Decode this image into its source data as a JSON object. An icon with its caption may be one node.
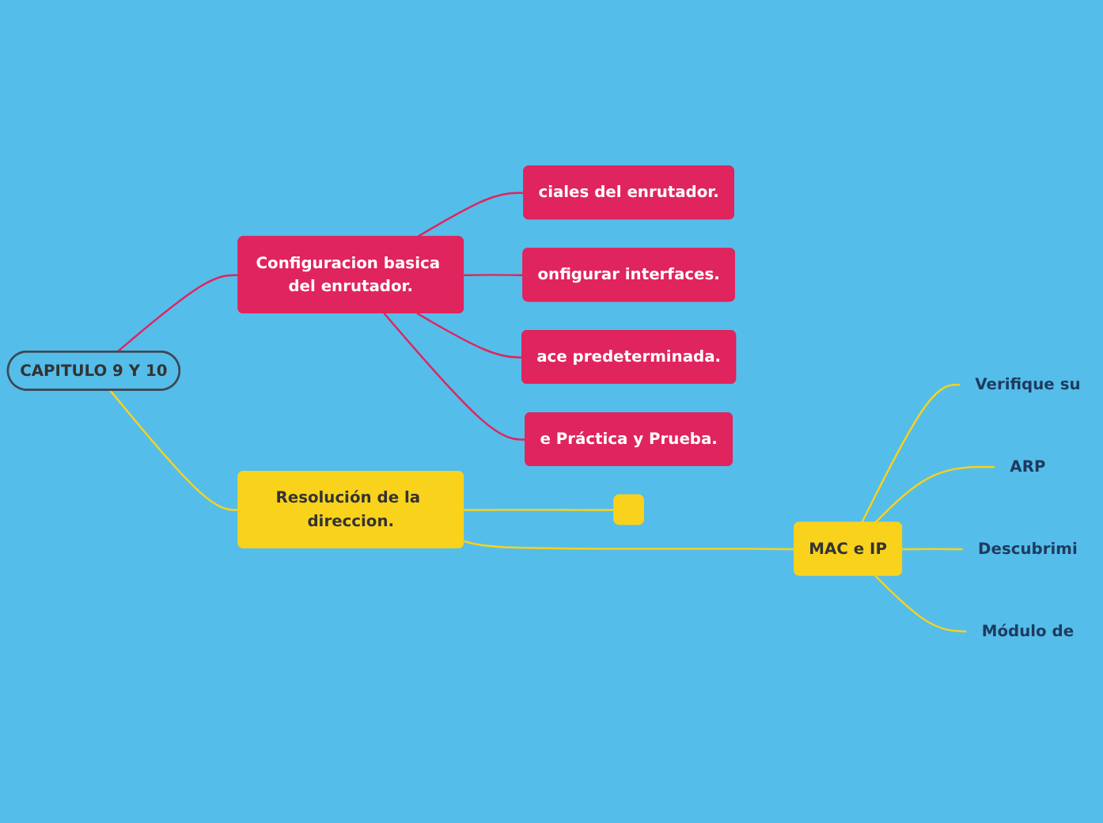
{
  "diagram": {
    "nodes": [
      {
        "text": [
          "CAPITULO 9 Y 10"
        ]
      },
      {
        "text": [
          "Configuracion basica del enrutador."
        ]
      },
      {
        "text": [
          "ciales del enrutador."
        ]
      },
      {
        "text": [
          "onfigurar interfaces."
        ]
      },
      {
        "text": [
          "ace predeterminada."
        ]
      },
      {
        "text": [
          "e Práctica y Prueba."
        ]
      },
      {
        "text": [
          "Resolución de la direccion."
        ]
      },
      {
        "text": [
          "MAC e IP"
        ]
      },
      {
        "text": [
          "Verifique su"
        ]
      },
      {
        "text": [
          "ARP"
        ]
      },
      {
        "text": [
          "Descubrimi"
        ]
      },
      {
        "text": [
          "Módulo de"
        ]
      },
      {
        "text": [],
        "shape": "box"
      }
    ],
    "edges": [
      {
        "from": 0,
        "to": 1,
        "arrow": "none",
        "color": "#e0245e"
      },
      {
        "from": 1,
        "to": 2,
        "arrow": "none",
        "color": "#e0245e"
      },
      {
        "from": 1,
        "to": 3,
        "arrow": "none",
        "color": "#e0245e"
      },
      {
        "from": 1,
        "to": 4,
        "arrow": "none",
        "color": "#e0245e"
      },
      {
        "from": 1,
        "to": 5,
        "arrow": "none",
        "color": "#e0245e"
      },
      {
        "from": 0,
        "to": 6,
        "arrow": "none"
      },
      {
        "from": 6,
        "to": 7,
        "arrow": "none"
      },
      {
        "from": 7,
        "to": 8,
        "arrow": "none"
      },
      {
        "from": 7,
        "to": 9,
        "arrow": "none"
      },
      {
        "from": 7,
        "to": 10,
        "arrow": "none"
      },
      {
        "from": 7,
        "to": 11,
        "arrow": "none"
      },
      {
        "from": 6,
        "to": 12,
        "arrow": "none"
      }
    ]
  }
}
